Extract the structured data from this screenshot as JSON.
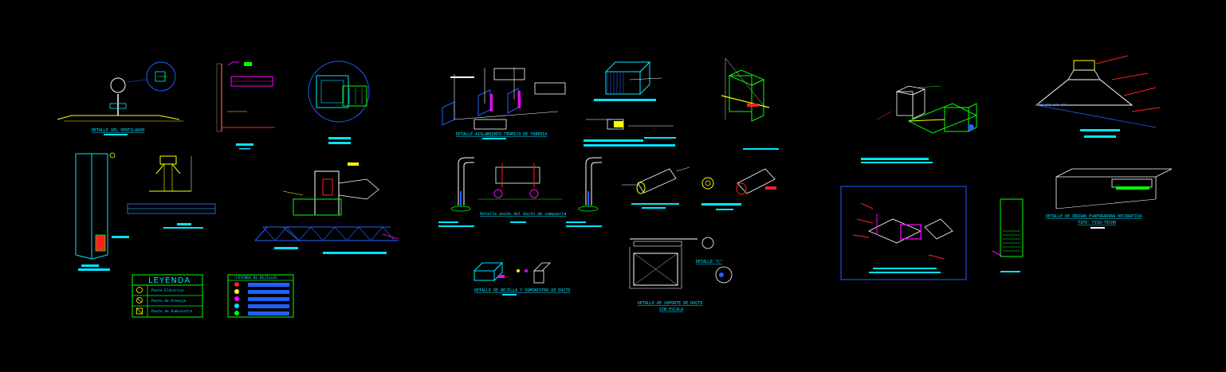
{
  "labels": {
    "ventilador": "DETALLE DEL VENTILADOR",
    "tuberia": "DETALLE    AISLAMIENTO TÉRMICO DE TUBERÍA",
    "codo": "Detalle unión del ducto de compuerta",
    "soporte_ducto": "DETALLE DE SOPORTE DE DUCTO",
    "soporte_ducto_sub": "SIN ESCALA",
    "detalle_c": "DETALLE \"C\"",
    "unidad": "DETALLE DE UNIDAD EVAPORADORA DECORATIVA",
    "unidad_sub": "TIPO: PISO-TECHO",
    "rejilla": "DETALLE DE REJILLA Y SUMINISTRO DE DUCTO"
  },
  "legend": {
    "title": "LEYENDA",
    "items": [
      "Punto Eléctrico",
      "Punto de Drenaje",
      "Punto de Suministro"
    ]
  },
  "legend2": {
    "title": "LEYENDA DE REJILLAS"
  },
  "colors": {
    "cyan": "#00e5ff",
    "green": "#00ff00",
    "magenta": "#ff00ff",
    "yellow": "#ffff00",
    "red": "#ff2020",
    "white": "#ffffff",
    "blue": "#2060ff"
  }
}
